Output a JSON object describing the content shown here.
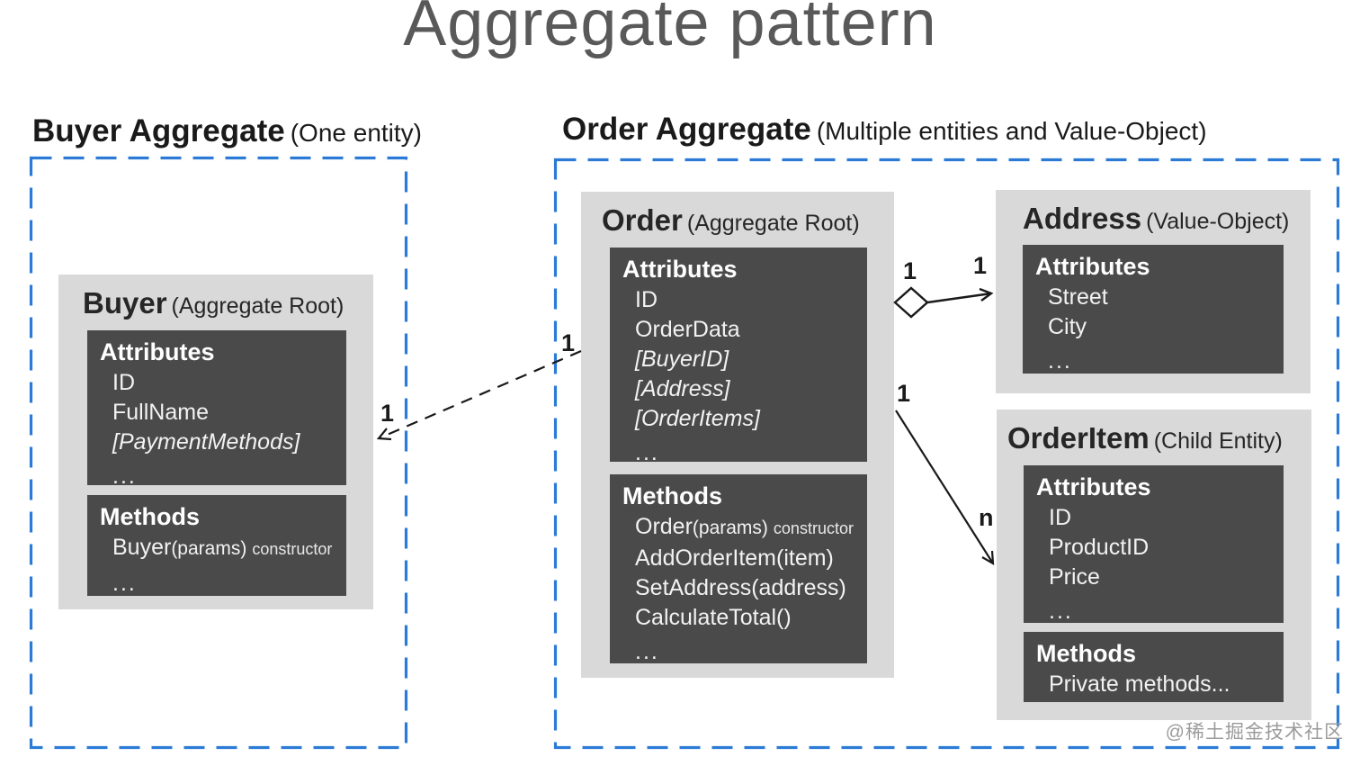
{
  "page": {
    "title": "Aggregate pattern",
    "watermark": "@稀土掘金技术社区"
  },
  "boundaries": {
    "buyer": {
      "label": "Buyer Aggregate",
      "sublabel": "(One entity)"
    },
    "order": {
      "label": "Order Aggregate",
      "sublabel": "(Multiple entities and Value-Object)"
    }
  },
  "classes": {
    "buyer": {
      "name": "Buyer",
      "stereotype": "(Aggregate Root)",
      "attributes_title": "Attributes",
      "attributes": [
        "ID",
        "FullName",
        "[PaymentMethods]",
        "..."
      ],
      "methods_title": "Methods",
      "constructor": {
        "name": "Buyer",
        "params": "(params)",
        "note": "constructor"
      },
      "methods_more": "..."
    },
    "order": {
      "name": "Order",
      "stereotype": "(Aggregate Root)",
      "attributes_title": "Attributes",
      "attributes": [
        "ID",
        "OrderData",
        "[BuyerID]",
        "[Address]",
        "[OrderItems]",
        "..."
      ],
      "methods_title": "Methods",
      "constructor": {
        "name": "Order",
        "params": "(params)",
        "note": "constructor"
      },
      "methods": [
        "AddOrderItem(item)",
        "SetAddress(address)",
        "CalculateTotal()",
        "..."
      ]
    },
    "address": {
      "name": "Address",
      "stereotype": "(Value-Object)",
      "attributes_title": "Attributes",
      "attributes": [
        "Street",
        "City",
        "..."
      ]
    },
    "orderitem": {
      "name": "OrderItem",
      "stereotype": "(Child Entity)",
      "attributes_title": "Attributes",
      "attributes": [
        "ID",
        "ProductID",
        "Price",
        "..."
      ],
      "methods_title": "Methods",
      "methods": [
        "Private methods..."
      ]
    }
  },
  "connectors": {
    "order_to_buyer": {
      "order_end": "1",
      "buyer_end": "1"
    },
    "order_to_address": {
      "order_end": "1",
      "address_end": "1"
    },
    "order_to_orderitem": {
      "order_end": "1",
      "orderitem_end": "n"
    }
  },
  "colors": {
    "boundary_blue": "#2b7bd6",
    "panel_gray": "#d9d9d9",
    "member_dark": "#4a4a4a",
    "title_gray": "#595959"
  }
}
